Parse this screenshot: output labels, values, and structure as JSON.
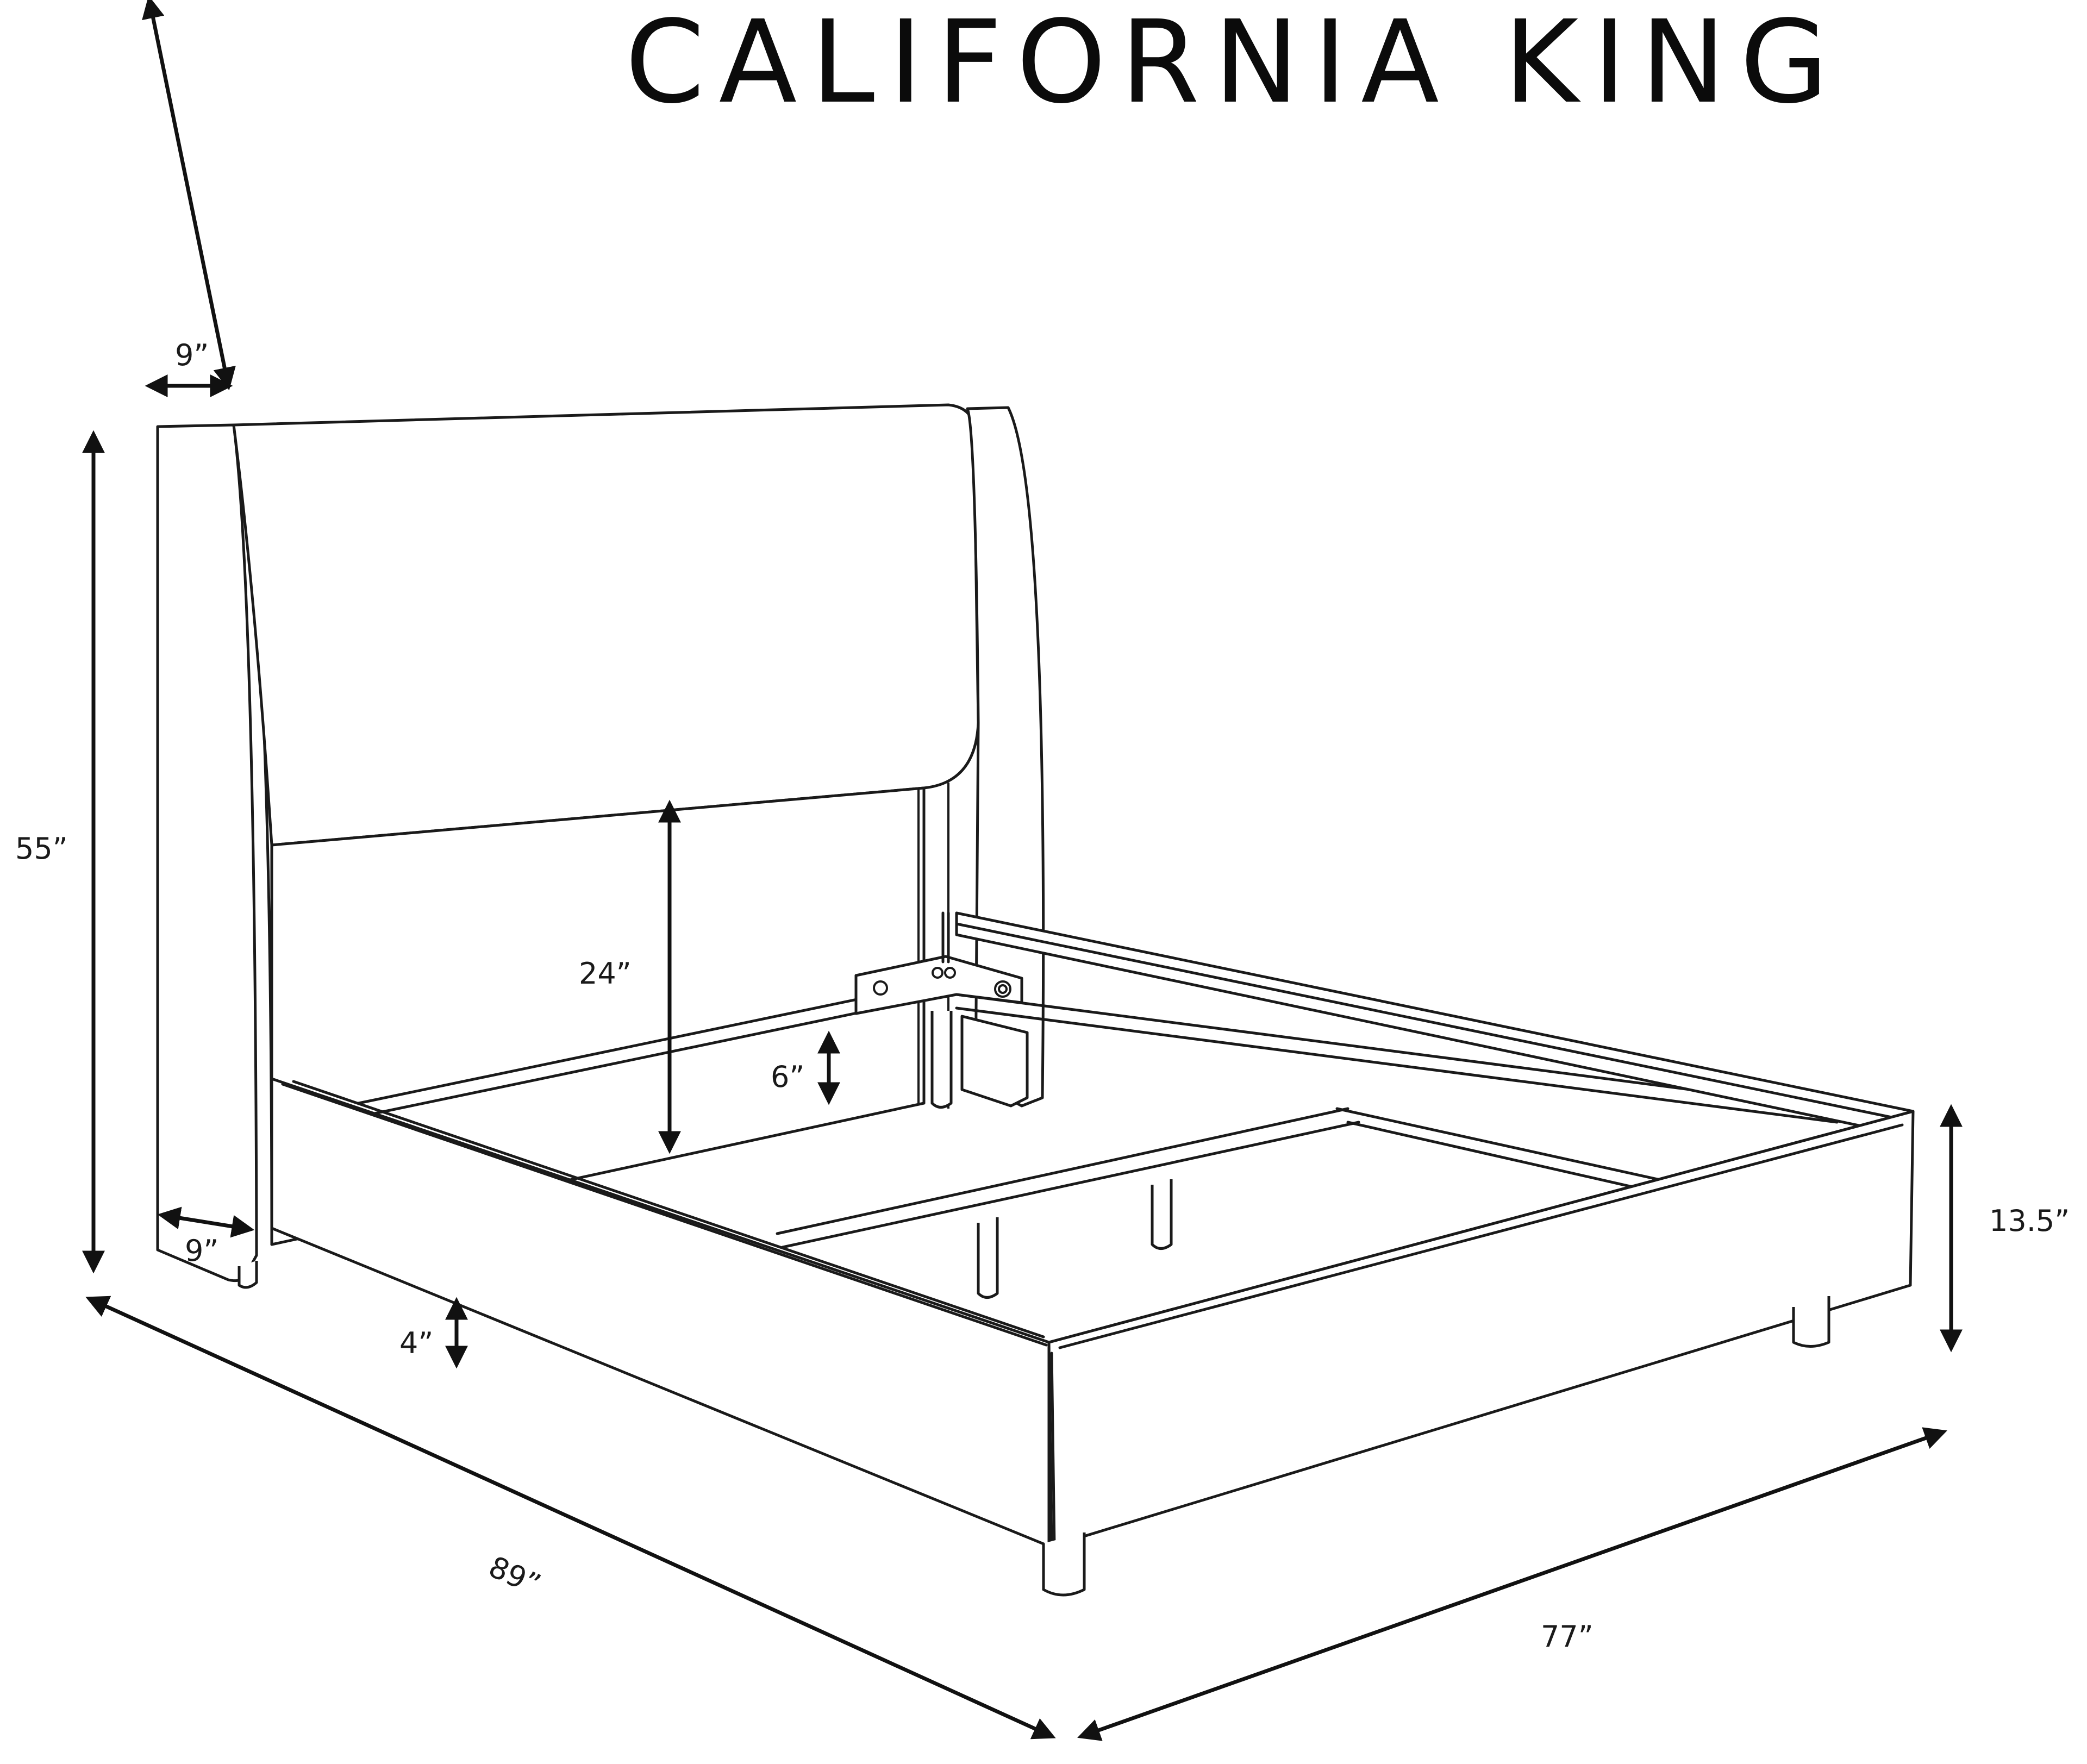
{
  "title": "CALIFORNIA KING",
  "dimensions": {
    "headboard_depth_top": "9”",
    "headboard_height": "55”",
    "headboard_to_rail": "24”",
    "rail_clearance": "6”",
    "headboard_depth_bottom": "9”",
    "leg_height": "4”",
    "frame_height": "13.5”",
    "length": "89”",
    "width": "77”"
  },
  "colors": {
    "line": "#1a1a1a",
    "background": "#ffffff"
  }
}
